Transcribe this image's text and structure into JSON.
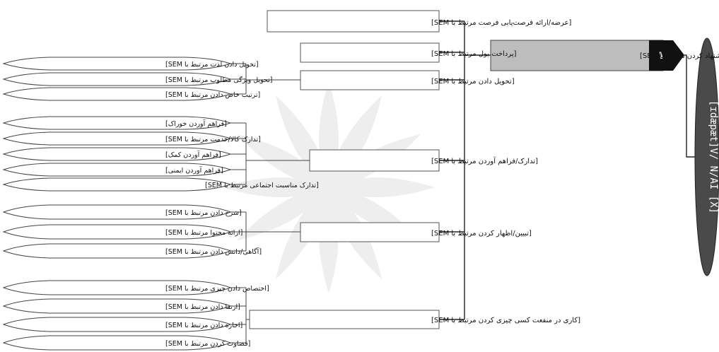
{
  "root": {
    "label": "[ɪdæpæt]V/ N/AI [X]"
  },
  "main_node": {
    "number": "۱",
    "label": "[عرضه/ارائه/پیشنهاد کردن مرتبط با SEM]"
  },
  "mid_nodes": [
    {
      "id": "m1",
      "label": "[عرضه/ارائه فرصت‌یابی فرصت مرتبط با SEM]"
    },
    {
      "id": "m2",
      "label": "[پرداخت پول مرتبط با SEM]"
    },
    {
      "id": "m3",
      "label": "[تحویل دادن مرتبط با SEM]"
    },
    {
      "id": "m4",
      "label": "[تدارک/فراهم آوردن مرتبط با SEM]"
    },
    {
      "id": "m5",
      "label": "[تبیین/اظهار کردن مرتبط با SEM]"
    },
    {
      "id": "m6",
      "label": "[کاری در منفعت کسی چیزی کردن مرتبط با SEM]"
    }
  ],
  "leaf_groups": [
    {
      "parent": "m3",
      "leaves": [
        "[تحویل دادن لذت مرتبط با SEM]",
        "[تحویل ویژگی مطلوب مرتبط با SEM]",
        "[ترتیب خاص دادن مرتبط با SEM]"
      ]
    },
    {
      "parent": "m4",
      "leaves": [
        "[فراهم آوردن خوراک]",
        "[تدارک کالا/خدمت مرتبط با SEM]",
        "[فراهم آوردن کمک]",
        "[فراهم آوردن ایمنی]",
        "[تدارک مناسبت اجتماعی مرتبط با SEM]"
      ]
    },
    {
      "parent": "m5",
      "leaves": [
        "[شرح دادن مرتبط با SEM]",
        "[ارائه محتوا مرتبط با SEM]",
        "[آگاهی/دانش دادن مرتبط با SEM]"
      ]
    },
    {
      "parent": "m6",
      "leaves": [
        "[اختصاص دادن چیزی مرتبط با SEM]",
        "[ارتقا دادن مرتبط با SEM]",
        "[اجازه دادن مرتبط با SEM]",
        "[قضاوت کردن مرتبط با SEM]"
      ]
    }
  ],
  "colors": {
    "main_fill": "#bdbdbd",
    "root_fill": "#4a4a4a",
    "badge_fill": "#111111",
    "line": "#222222"
  }
}
